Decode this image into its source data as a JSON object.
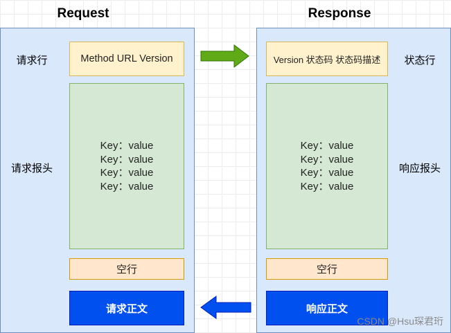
{
  "request": {
    "heading": "Request",
    "request_line_label": "请求行",
    "request_line": "Method URL Version",
    "headers_label": "请求报头",
    "headers": [
      "Key：value",
      "Key：value",
      "Key：value",
      "Key：value"
    ],
    "blank_line": "空行",
    "body": "请求正文"
  },
  "response": {
    "heading": "Response",
    "status_line_label": "状态行",
    "status_line": "Version 状态码 状态码描述",
    "headers_label": "响应报头",
    "headers": [
      "Key：value",
      "Key：value",
      "Key：value",
      "Key：value"
    ],
    "blank_line": "空行",
    "body": "响应正文"
  },
  "arrows": {
    "forward_color": "#60a917",
    "backward_color": "#0050ef"
  },
  "watermark": "CSDN @Hsu琛君珩"
}
